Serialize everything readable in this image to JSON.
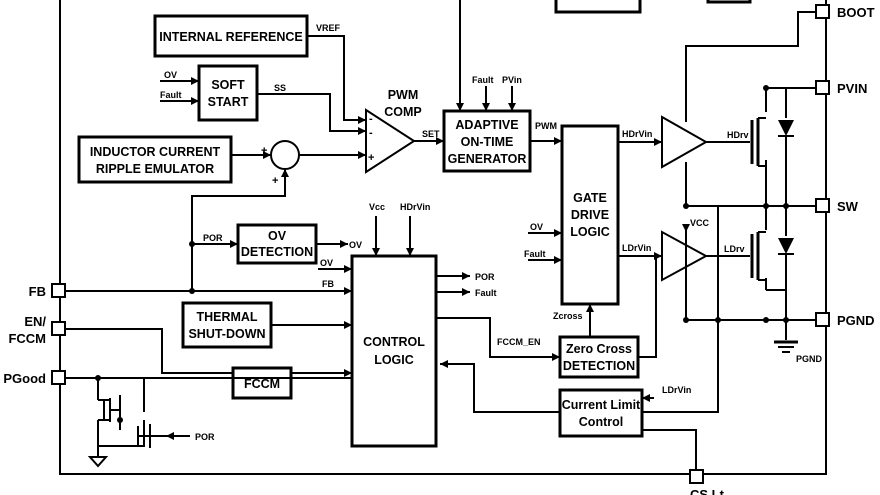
{
  "blocks": {
    "internal_reference": [
      "INTERNAL REFERENCE"
    ],
    "soft_start": [
      "SOFT",
      "START"
    ],
    "inductor_emulator": [
      "INDUCTOR CURRENT",
      "RIPPLE EMULATOR"
    ],
    "ov_detection": [
      "OV",
      "DETECTION"
    ],
    "thermal_shutdown": [
      "THERMAL",
      "SHUT-DOWN"
    ],
    "fccm": [
      "FCCM"
    ],
    "control_logic": [
      "CONTROL",
      "LOGIC"
    ],
    "adaptive_on_time": [
      "ADAPTIVE",
      "ON-TIME",
      "GENERATOR"
    ],
    "gate_drive_logic": [
      "GATE",
      "DRIVE",
      "LOGIC"
    ],
    "zero_cross_detection": [
      "Zero Cross",
      "DETECTION"
    ],
    "current_limit_control": [
      "Current Limit",
      "Control"
    ],
    "pwm_comp": [
      "PWM",
      "COMP"
    ]
  },
  "pins": {
    "boot": "BOOT",
    "pvin": "PVIN",
    "sw": "SW",
    "pgnd": "PGND",
    "fb": "FB",
    "en_fccm": [
      "EN/",
      "FCCM"
    ],
    "pgood": "PGood",
    "bottom_partial": "CS Lt"
  },
  "signals": {
    "vref": "VREF",
    "ov_in": "OV",
    "fault_in": "Fault",
    "ss": "SS",
    "set": "SET",
    "pwm": "PWM",
    "fault_top": "Fault",
    "pvin_top": "PVin",
    "hdrvin": "HDrVin",
    "hdrv": "HDrv",
    "ldrvin": "LDrVin",
    "ldrv": "LDrv",
    "vcc_amp": "VCC",
    "ov_gate": "OV",
    "fault_gate": "Fault",
    "zcross": "Zcross",
    "fccm_en": "FCCM_EN",
    "vcc_ctrl": "Vcc",
    "hdrvin_ctrl": "HDrVin",
    "por_ov": "POR",
    "ov_out": "OV",
    "ov_ctrl": "OV",
    "fb_ctrl": "FB",
    "por_out": "POR",
    "fault_out": "Fault",
    "ldrvin_cl": "LDrVin",
    "por_pgood": "POR",
    "pgnd_label": "PGND"
  },
  "symbols": {
    "plus": "+",
    "minus": "-"
  }
}
